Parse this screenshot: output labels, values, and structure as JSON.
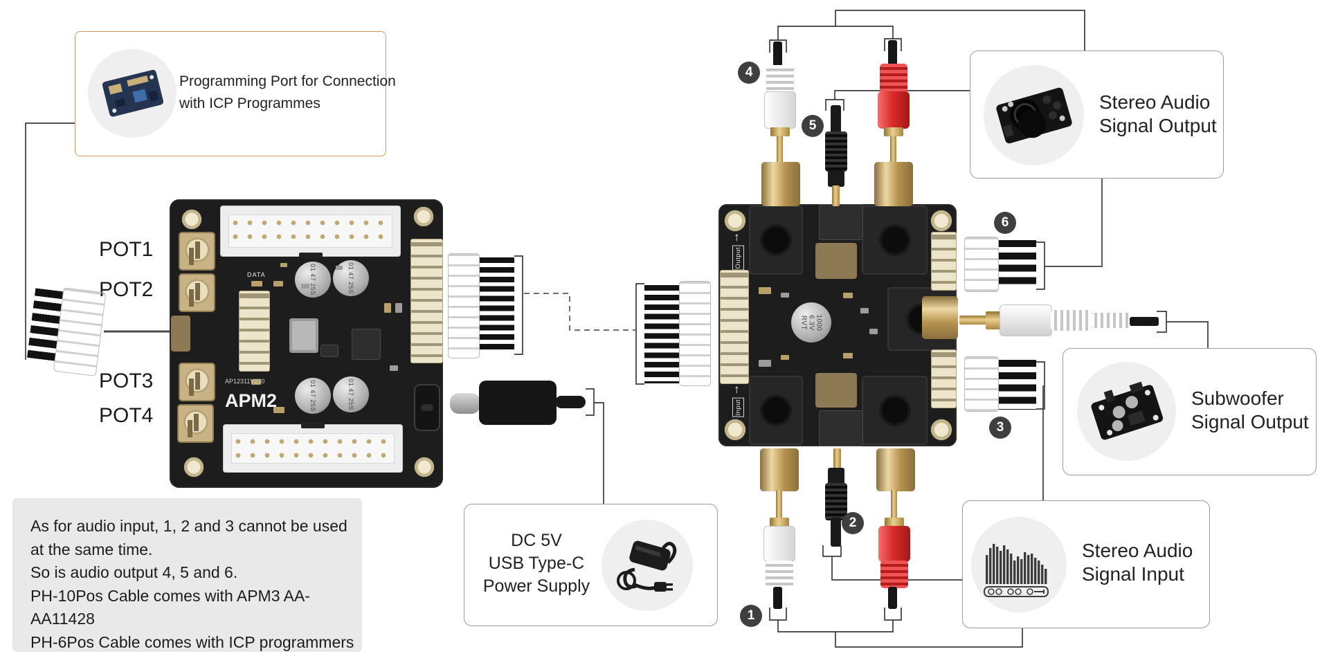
{
  "callouts": {
    "programming": {
      "line1": "Programming Port for Connection",
      "line2": "with ICP Programmes"
    },
    "power": {
      "line1": "DC 5V",
      "line2": "USB Type-C",
      "line3": "Power Supply"
    },
    "stereo_output": {
      "line1": "Stereo Audio",
      "line2": "Signal Output"
    },
    "subwoofer": {
      "line1": "Subwoofer",
      "line2": "Signal Output"
    },
    "stereo_input": {
      "line1": "Stereo Audio",
      "line2": "Signal Input"
    }
  },
  "notes": {
    "line1": "As for audio input, 1, 2 and 3 cannot be used",
    "line2": "at the same time.",
    "line3": "So is audio output 4, 5 and 6.",
    "line4": "PH-10Pos Cable comes with APM3 AA-AA11428",
    "line5": "PH-6Pos Cable comes with ICP programmers"
  },
  "apm2_board": {
    "name": "APM2",
    "version": "AP12311V220",
    "data_label": "DATA",
    "cap_label": "01 47 25S",
    "pots": [
      "POT1",
      "POT2",
      "POT3",
      "POT4"
    ]
  },
  "crossover_board": {
    "output_label": "Output",
    "input_label": "Input",
    "cap_label": "1000 6.3V RVT"
  },
  "badges": [
    "1",
    "2",
    "3",
    "4",
    "5",
    "6"
  ],
  "icons": {
    "up_arrow": "↑"
  },
  "colors": {
    "accent_border": "#cf9a55",
    "box_border": "#9a9a9a",
    "note_bg": "#e9e9e9",
    "badge_bg": "#3f3f3f",
    "rca_red": "#da2c2c",
    "gold": "#c9a566",
    "pcb": "#1d1d1d"
  }
}
